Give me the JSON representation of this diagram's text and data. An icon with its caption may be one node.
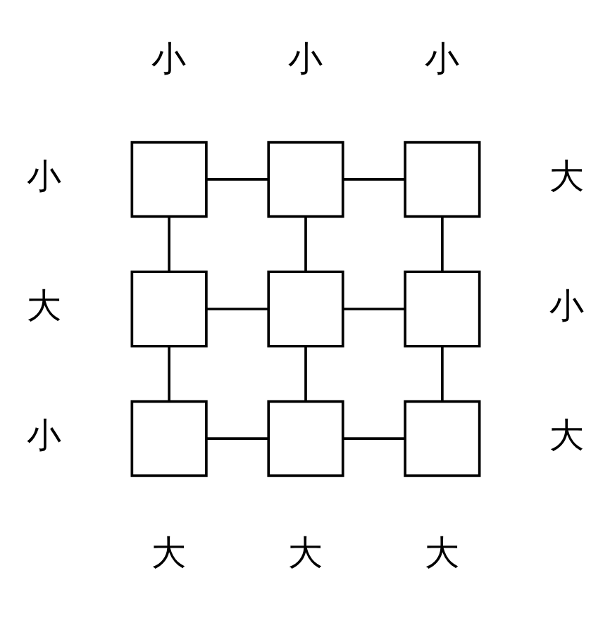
{
  "diagram": {
    "nodes": [
      {
        "text": [],
        "shape": "box"
      },
      {
        "text": [],
        "shape": "box"
      },
      {
        "text": [],
        "shape": "box"
      },
      {
        "text": [],
        "shape": "box"
      },
      {
        "text": [],
        "shape": "box"
      },
      {
        "text": [],
        "shape": "box"
      },
      {
        "text": [],
        "shape": "box"
      },
      {
        "text": [],
        "shape": "box"
      },
      {
        "text": [],
        "shape": "box"
      }
    ],
    "edges": [
      {
        "from": 0,
        "to": 1,
        "arrow": "none"
      },
      {
        "from": 1,
        "to": 2,
        "arrow": "none"
      },
      {
        "from": 0,
        "to": 3,
        "arrow": "none"
      },
      {
        "from": 1,
        "to": 4,
        "arrow": "none"
      },
      {
        "from": 2,
        "to": 5,
        "arrow": "none"
      },
      {
        "from": 3,
        "to": 4,
        "arrow": "none"
      },
      {
        "from": 4,
        "to": 5,
        "arrow": "none"
      },
      {
        "from": 3,
        "to": 6,
        "arrow": "none"
      },
      {
        "from": 4,
        "to": 7,
        "arrow": "none"
      },
      {
        "from": 5,
        "to": 8,
        "arrow": "none"
      },
      {
        "from": 6,
        "to": 7,
        "arrow": "none"
      },
      {
        "from": 7,
        "to": 8,
        "arrow": "none"
      }
    ],
    "labels": [
      "小",
      "小",
      "小",
      "小",
      "大",
      "大",
      "小",
      "小",
      "大",
      "大",
      "大",
      "大"
    ]
  }
}
